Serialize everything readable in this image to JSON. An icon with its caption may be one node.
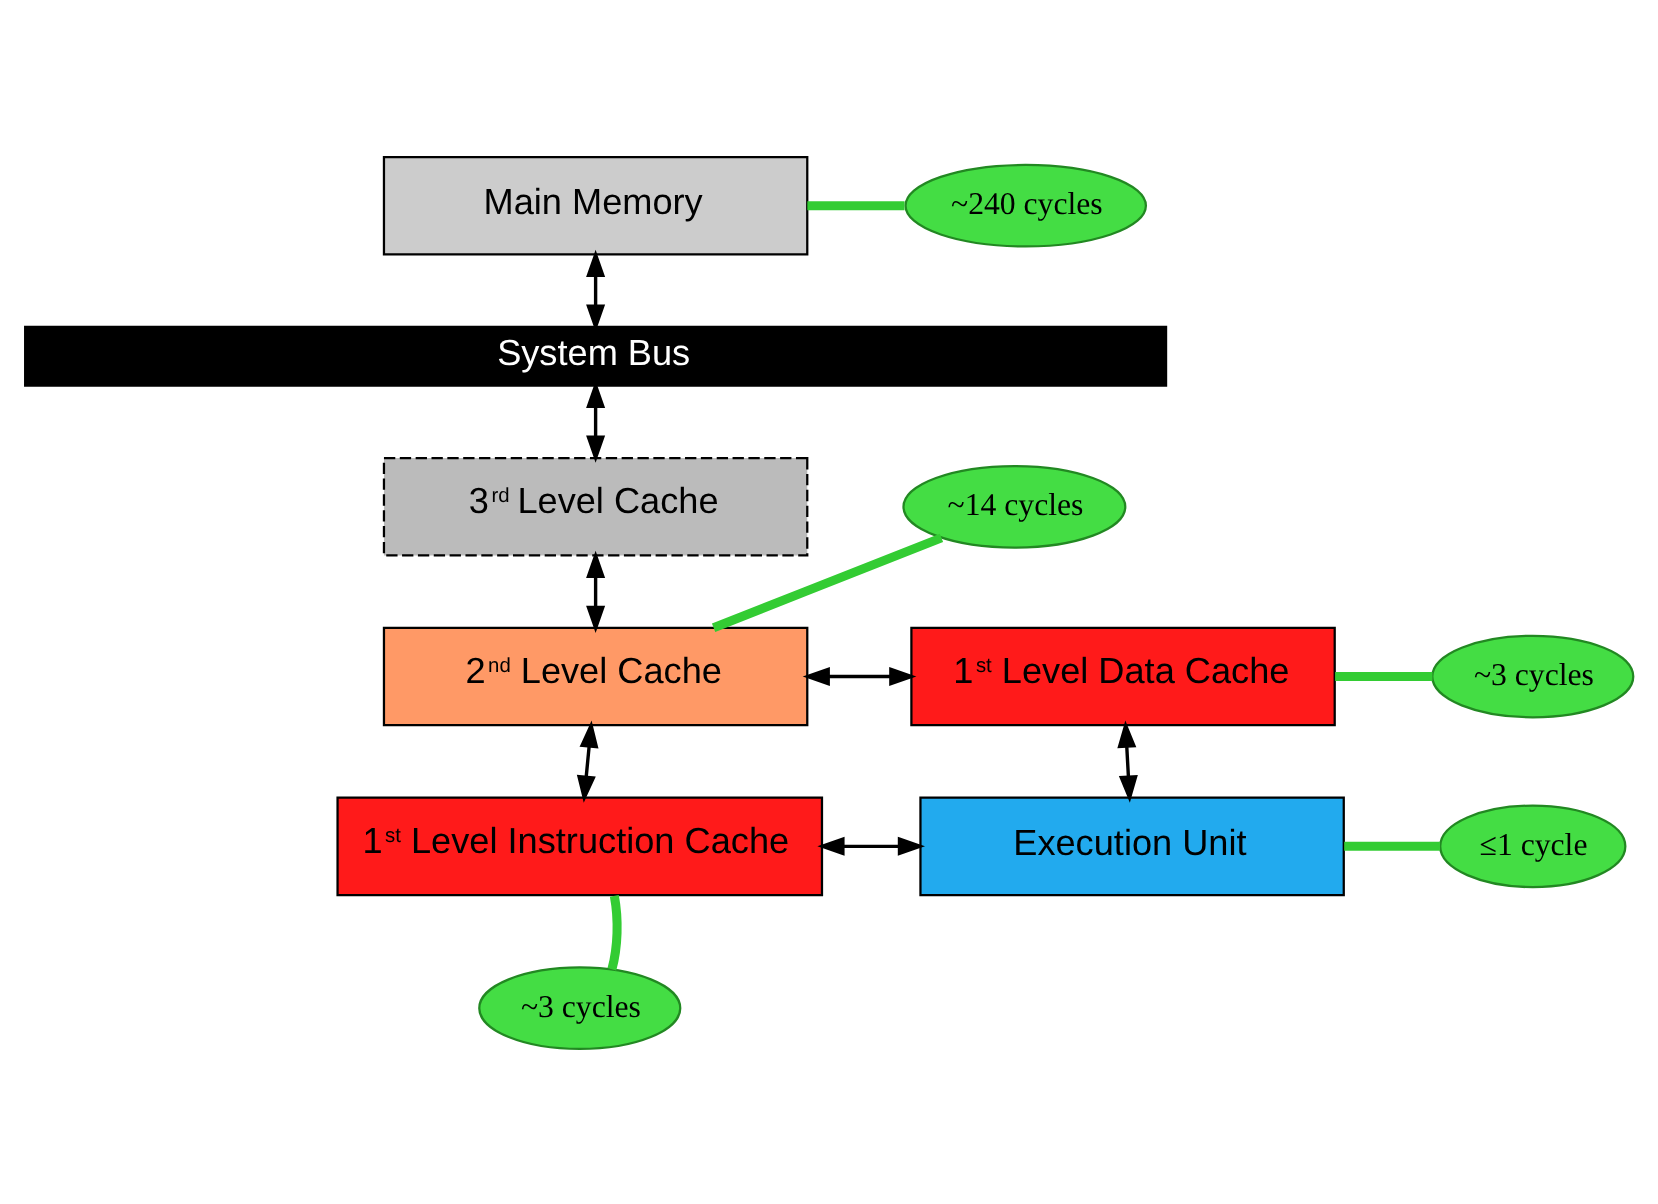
{
  "diagram": {
    "nodes": [
      {
        "text": [
          "Main Memory"
        ]
      },
      {
        "text": [
          "System Bus"
        ]
      },
      {
        "text": [
          "3$^{rd}$ Level Cache"
        ]
      },
      {
        "text": [
          "2$^{nd}$ Level Cache"
        ]
      },
      {
        "text": [
          "1$^{st}$ Level Data Cache"
        ]
      },
      {
        "text": [
          "1$^{st}$ Level Instruction Cache"
        ]
      },
      {
        "text": [
          "Execution Unit"
        ]
      },
      {
        "text": [
          "~240 cycles"
        ]
      },
      {
        "text": [
          "~14 cycles"
        ]
      },
      {
        "text": [
          "~3 cycles"
        ]
      },
      {
        "text": [
          "≤1 cycle"
        ]
      },
      {
        "text": [
          "~3 cycles"
        ]
      }
    ],
    "edges": [
      {
        "from": 0,
        "to": 1,
        "arrow": "both"
      },
      {
        "from": 1,
        "to": 2,
        "arrow": "both"
      },
      {
        "from": 2,
        "to": 3,
        "arrow": "both"
      },
      {
        "from": 3,
        "to": 4,
        "arrow": "both"
      },
      {
        "from": 3,
        "to": 5,
        "arrow": "both"
      },
      {
        "from": 4,
        "to": 6,
        "arrow": "both"
      },
      {
        "from": 5,
        "to": 6,
        "arrow": "both"
      },
      {
        "from": 7,
        "to": 0,
        "arrow": "none",
        "style": "thick",
        "color": "#33cc33"
      },
      {
        "from": 8,
        "to": 3,
        "arrow": "none",
        "style": "thick",
        "color": "#33cc33"
      },
      {
        "from": 9,
        "to": 4,
        "arrow": "none",
        "style": "thick",
        "color": "#33cc33"
      },
      {
        "from": 10,
        "to": 6,
        "arrow": "none",
        "style": "thick",
        "color": "#33cc33"
      },
      {
        "from": 11,
        "to": 5,
        "arrow": "none",
        "style": "thick",
        "color": "#33cc33"
      }
    ]
  }
}
